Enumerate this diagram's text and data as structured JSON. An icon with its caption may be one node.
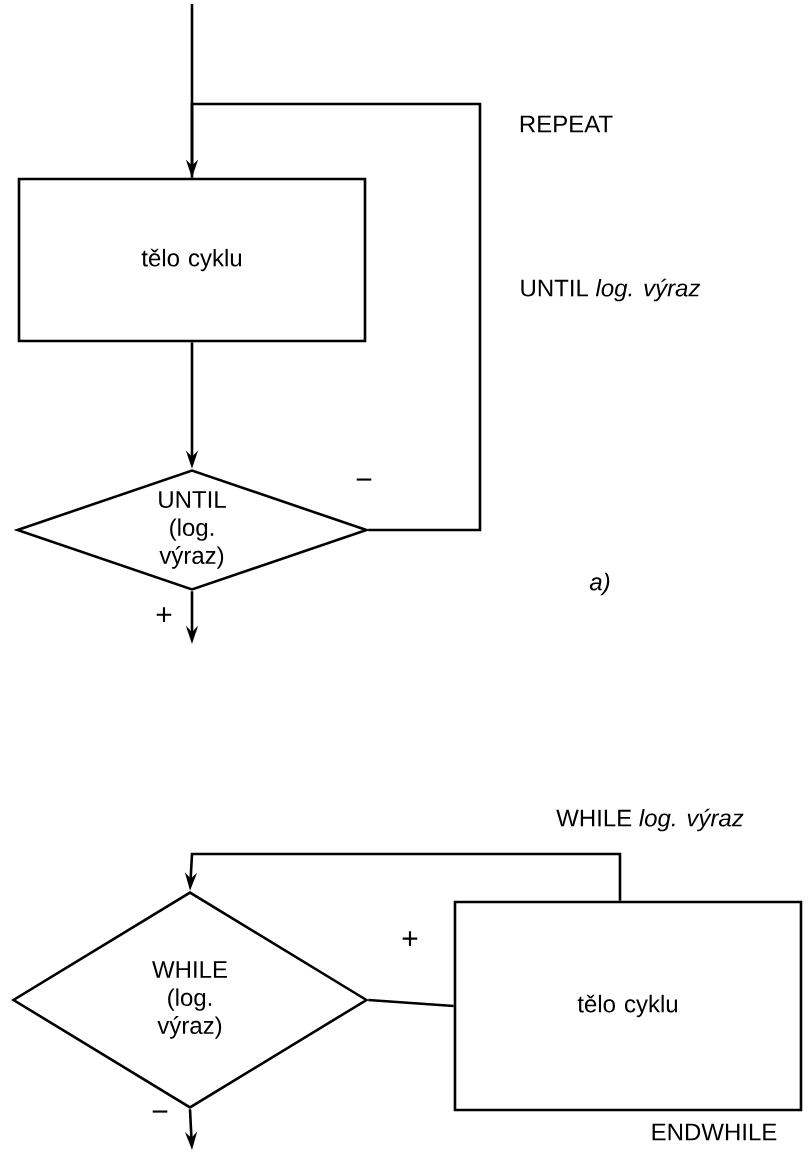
{
  "diagram": {
    "nodes": [
      {
        "text": [
          "tělo cyklu"
        ]
      },
      {
        "text": [
          "UNTIL (log. výraz)"
        ]
      },
      {
        "text": [
          "WHILE (log. výraz)"
        ]
      },
      {
        "text": [
          "tělo cyklu"
        ]
      }
    ],
    "edges": [
      {
        "from": null,
        "to": 0,
        "arrow": "none"
      },
      {
        "from": 0,
        "to": 1,
        "arrow": "to"
      },
      {
        "from": 1,
        "to": 0,
        "arrow": "to",
        "label": "−"
      },
      {
        "from": 1,
        "to": null,
        "arrow": "to",
        "label": "+"
      },
      {
        "from": 3,
        "to": 2,
        "arrow": "to"
      },
      {
        "from": 2,
        "to": 3,
        "arrow": "none",
        "label": "+"
      },
      {
        "from": 2,
        "to": null,
        "arrow": "to",
        "label": "−"
      }
    ],
    "labels": [
      "REPEAT",
      "UNTIL *log. výraz*",
      "a)",
      "WHILE *log. výraz*",
      "ENDWHILE"
    ]
  }
}
